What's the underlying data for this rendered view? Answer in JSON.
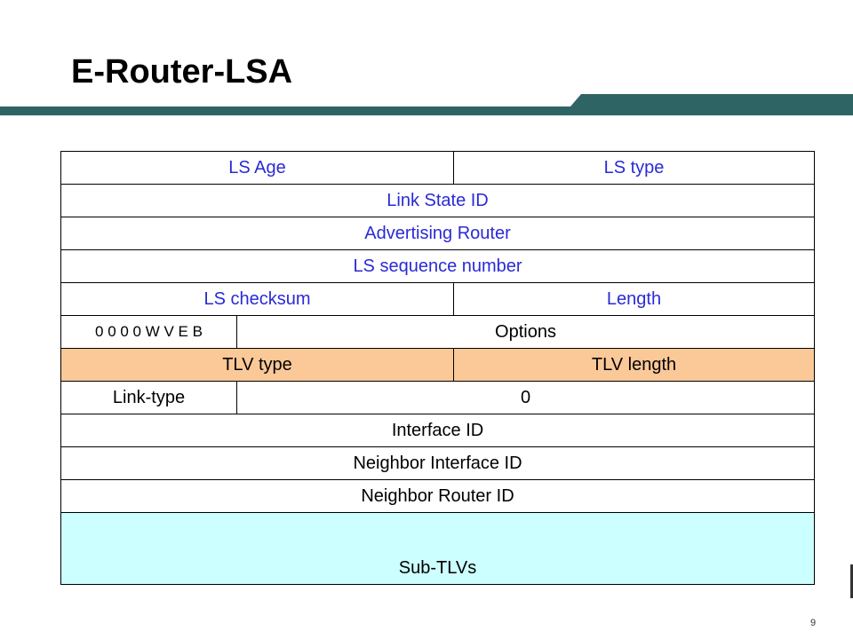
{
  "slide": {
    "title": "E-Router-LSA",
    "page_number": "9"
  },
  "colors": {
    "title_bar": "#2f6464",
    "header_text": "#2a2ad6",
    "tlv_row_bg": "#fbc898",
    "subtlv_row_bg": "#ccffff"
  },
  "rows": [
    {
      "cells": [
        "LS Age",
        "LS type"
      ]
    },
    {
      "cells": [
        "Link State ID"
      ]
    },
    {
      "cells": [
        "Advertising Router"
      ]
    },
    {
      "cells": [
        "LS sequence number"
      ]
    },
    {
      "cells": [
        "LS checksum",
        "Length"
      ]
    },
    {
      "cells": [
        "0 0 0 0 W V E B",
        "Options"
      ]
    },
    {
      "cells": [
        "TLV type",
        "TLV length"
      ]
    },
    {
      "cells": [
        "Link-type",
        "0"
      ]
    },
    {
      "cells": [
        "Interface ID"
      ]
    },
    {
      "cells": [
        "Neighbor Interface ID"
      ]
    },
    {
      "cells": [
        "Neighbor Router ID"
      ]
    },
    {
      "cells": [
        "Sub-TLVs"
      ]
    }
  ]
}
